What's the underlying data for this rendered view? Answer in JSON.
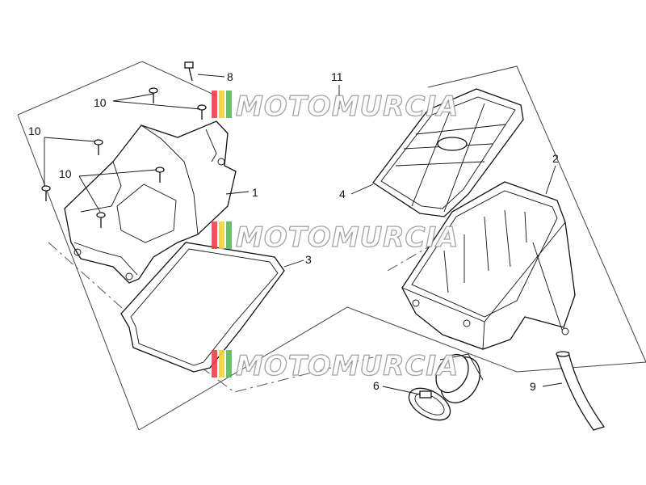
{
  "callouts": [
    {
      "id": "label-1",
      "text": "1"
    },
    {
      "id": "label-2",
      "text": "2"
    },
    {
      "id": "label-3",
      "text": "3"
    },
    {
      "id": "label-4",
      "text": "4"
    },
    {
      "id": "label-6",
      "text": "6"
    },
    {
      "id": "label-8",
      "text": "8"
    },
    {
      "id": "label-9",
      "text": "9"
    },
    {
      "id": "label-10a",
      "text": "10"
    },
    {
      "id": "label-10b",
      "text": "10"
    },
    {
      "id": "label-10c",
      "text": "10"
    },
    {
      "id": "label-11",
      "text": "11"
    }
  ],
  "watermark": {
    "text": "MOTOMURCIA",
    "colors": {
      "stripe_red": "#e8454a",
      "stripe_yellow": "#f2d23a",
      "stripe_green": "#5cb85c",
      "outline": "#9a9a9a"
    }
  }
}
